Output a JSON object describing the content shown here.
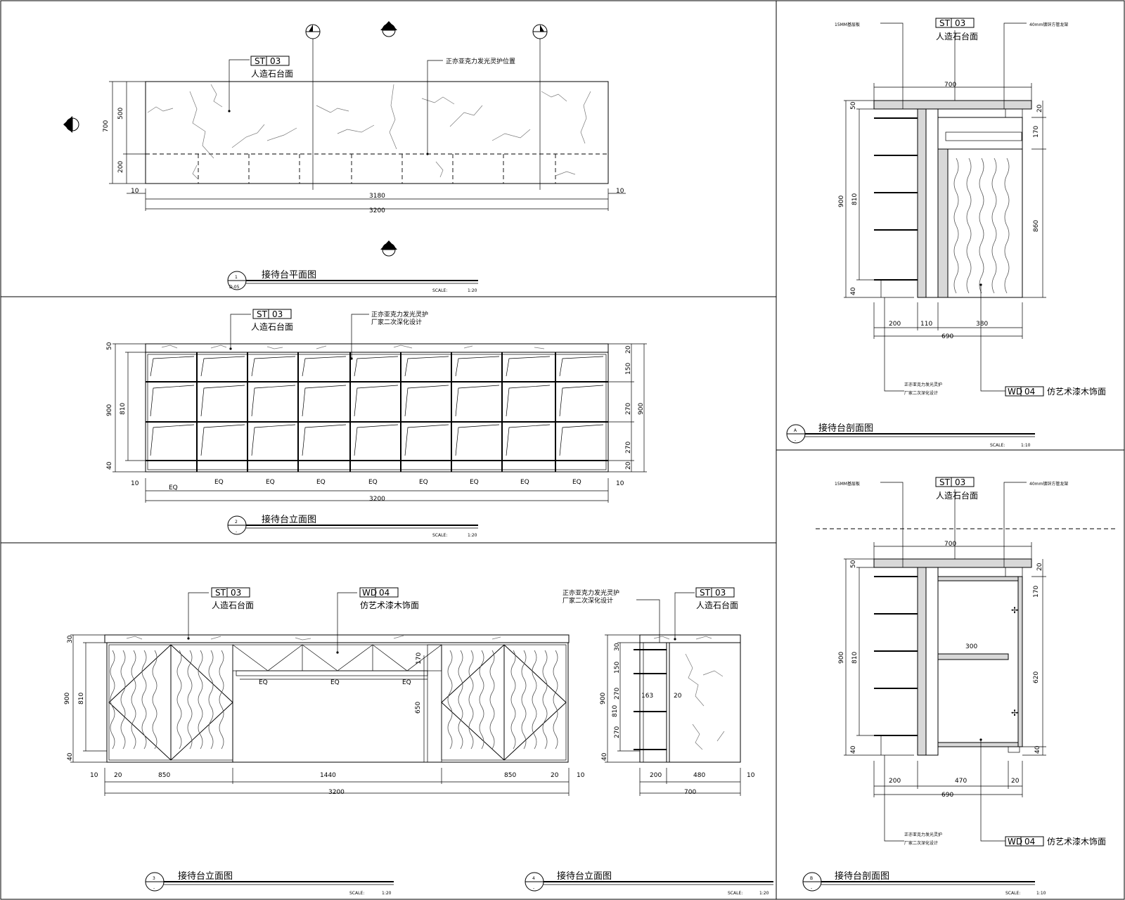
{
  "labels": {
    "st_code": "ST",
    "st_no": "03",
    "stone_top": "人造石台面",
    "wd_code": "WD",
    "wd_no": "04",
    "wood_veneer": "仿艺术漆木饰面",
    "acrylic_plan": "正亦亚克力发光灵护位置",
    "acrylic_line1": "正亦亚克力发光灵护",
    "acrylic_line2": "厂家二次深化设计",
    "board15": "15MM基层板",
    "steel40": "40mm镀锌方管龙架"
  },
  "dims": {
    "plan": {
      "d700": "700",
      "d500": "500",
      "d200": "200",
      "d10": "10",
      "d3180": "3180",
      "d3200": "3200"
    },
    "front": {
      "d50": "50",
      "d810": "810",
      "d900": "900",
      "d40": "40",
      "d150": "150",
      "d270": "270",
      "d20": "20",
      "d10": "10",
      "eq": "EQ",
      "d3200": "3200"
    },
    "elev3": {
      "d30": "30",
      "d810": "810",
      "d900": "900",
      "d40": "40",
      "d20": "20",
      "d850": "850",
      "d1440": "1440",
      "d10": "10",
      "d3200": "3200",
      "d170": "170",
      "d650": "650",
      "eq": "EQ"
    },
    "elev4": {
      "d30": "30",
      "d150": "150",
      "d270": "270",
      "d810": "810",
      "d900": "900",
      "d40": "40",
      "d163": "163",
      "d20": "20",
      "d200": "200",
      "d480": "480",
      "d10": "10",
      "d700": "700"
    },
    "secA": {
      "d700": "700",
      "d50": "50",
      "d20": "20",
      "d170": "170",
      "d810": "810",
      "d900": "900",
      "d860": "860",
      "d40": "40",
      "d200": "200",
      "d110": "110",
      "d380": "380",
      "d690": "690"
    },
    "secB": {
      "d700": "700",
      "d50": "50",
      "d20": "20",
      "d170": "170",
      "d810": "810",
      "d900": "900",
      "d620": "620",
      "d40": "40",
      "d300": "300",
      "d200": "200",
      "d470": "470",
      "d690": "690"
    }
  },
  "titles": {
    "t1": {
      "num": "1",
      "ref": "D-05",
      "title": "接待台平面图",
      "scale_label": "SCALE:",
      "scale": "1:20"
    },
    "t2": {
      "num": "2",
      "ref": "-",
      "title": "接待台立面图",
      "scale_label": "SCALE:",
      "scale": "1:20"
    },
    "t3": {
      "num": "3",
      "ref": "-",
      "title": "接待台立面图",
      "scale_label": "SCALE:",
      "scale": "1:20"
    },
    "t4": {
      "num": "4",
      "ref": "-",
      "title": "接待台立面图",
      "scale_label": "SCALE:",
      "scale": "1:20"
    },
    "tA": {
      "num": "A",
      "ref": "-",
      "title": "接待台剖面图",
      "scale_label": "SCALE:",
      "scale": "1:10"
    },
    "tB": {
      "num": "B",
      "ref": "-",
      "title": "接待台剖面图",
      "scale_label": "SCALE:",
      "scale": "1:10"
    }
  }
}
